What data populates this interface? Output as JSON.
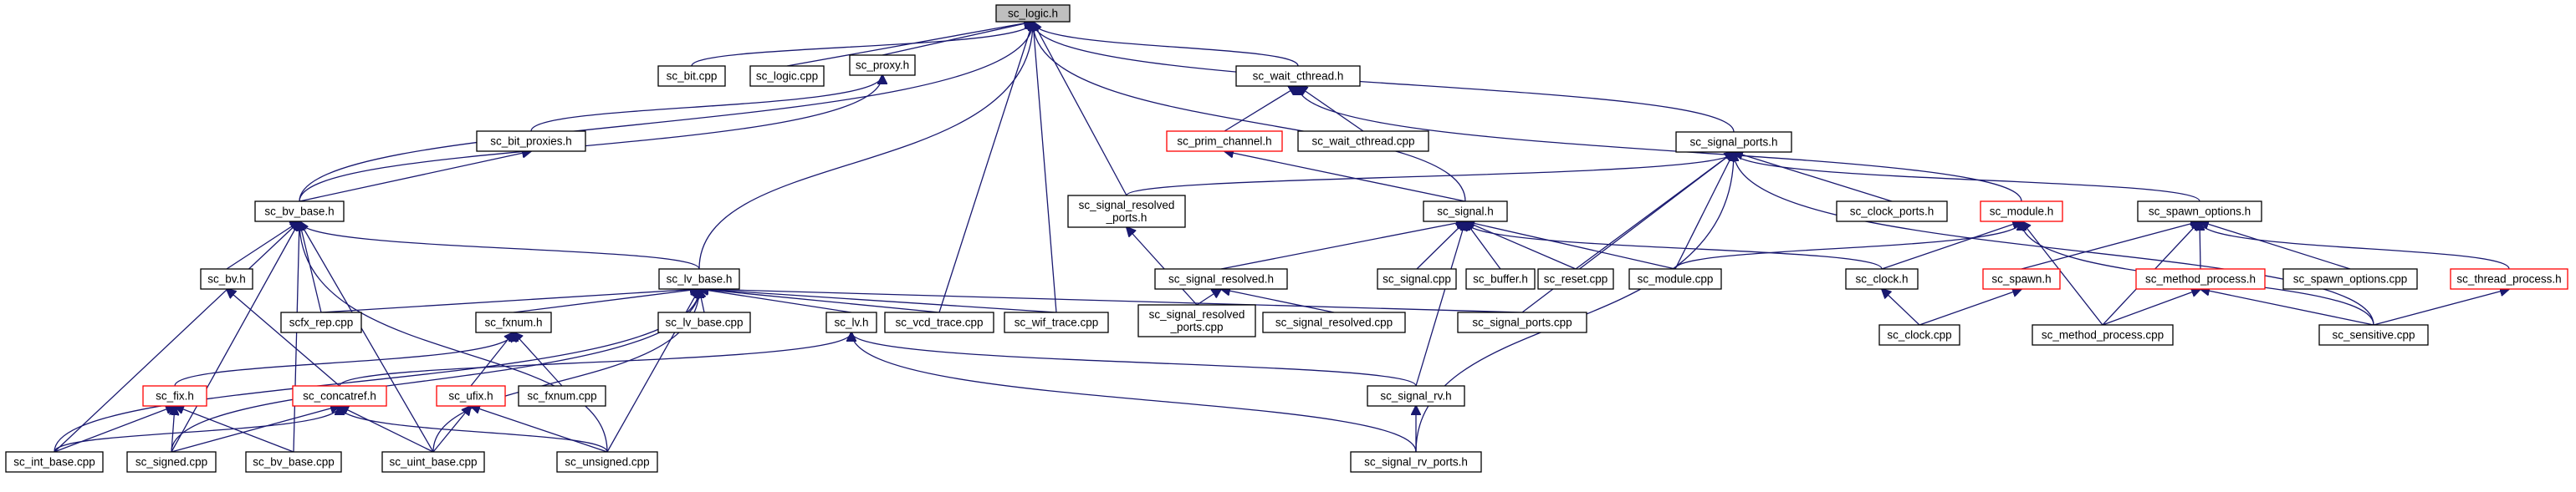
{
  "nodes": [
    {
      "id": "sc_logic_h",
      "lines": [
        "sc_logic.h"
      ],
      "style": "focus"
    },
    {
      "id": "sc_bit_cpp",
      "lines": [
        "sc_bit.cpp"
      ]
    },
    {
      "id": "sc_logic_cpp",
      "lines": [
        "sc_logic.cpp"
      ]
    },
    {
      "id": "sc_proxy_h",
      "lines": [
        "sc_proxy.h"
      ]
    },
    {
      "id": "sc_wait_cthread_h",
      "lines": [
        "sc_wait_cthread.h"
      ]
    },
    {
      "id": "sc_signal_ports_h",
      "lines": [
        "sc_signal_ports.h"
      ]
    },
    {
      "id": "sc_prim_channel_h",
      "lines": [
        "sc_prim_channel.h"
      ],
      "style": "red"
    },
    {
      "id": "sc_wait_cthread_cpp",
      "lines": [
        "sc_wait_cthread.cpp"
      ]
    },
    {
      "id": "sc_bit_proxies_h",
      "lines": [
        "sc_bit_proxies.h"
      ]
    },
    {
      "id": "sc_bv_base_h",
      "lines": [
        "sc_bv_base.h"
      ]
    },
    {
      "id": "sc_signal_resolved_ports_h",
      "lines": [
        "sc_signal_resolved",
        "_ports.h"
      ]
    },
    {
      "id": "sc_signal_h",
      "lines": [
        "sc_signal.h"
      ]
    },
    {
      "id": "sc_clock_ports_h",
      "lines": [
        "sc_clock_ports.h"
      ]
    },
    {
      "id": "sc_module_h",
      "lines": [
        "sc_module.h"
      ],
      "style": "red"
    },
    {
      "id": "sc_spawn_options_h",
      "lines": [
        "sc_spawn_options.h"
      ]
    },
    {
      "id": "sc_bv_h",
      "lines": [
        "sc_bv.h"
      ]
    },
    {
      "id": "sc_lv_base_h",
      "lines": [
        "sc_lv_base.h"
      ]
    },
    {
      "id": "sc_signal_resolved_h",
      "lines": [
        "sc_signal_resolved.h"
      ]
    },
    {
      "id": "sc_signal_cpp",
      "lines": [
        "sc_signal.cpp"
      ]
    },
    {
      "id": "sc_buffer_h",
      "lines": [
        "sc_buffer.h"
      ]
    },
    {
      "id": "sc_reset_cpp",
      "lines": [
        "sc_reset.cpp"
      ]
    },
    {
      "id": "sc_module_cpp",
      "lines": [
        "sc_module.cpp"
      ]
    },
    {
      "id": "sc_clock_h",
      "lines": [
        "sc_clock.h"
      ]
    },
    {
      "id": "sc_spawn_h",
      "lines": [
        "sc_spawn.h"
      ],
      "style": "red"
    },
    {
      "id": "sc_method_process_h",
      "lines": [
        "sc_method_process.h"
      ],
      "style": "red"
    },
    {
      "id": "sc_spawn_options_cpp",
      "lines": [
        "sc_spawn_options.cpp"
      ]
    },
    {
      "id": "sc_thread_process_h",
      "lines": [
        "sc_thread_process.h"
      ],
      "style": "red"
    },
    {
      "id": "scfx_rep_cpp",
      "lines": [
        "scfx_rep.cpp"
      ]
    },
    {
      "id": "sc_fxnum_h",
      "lines": [
        "sc_fxnum.h"
      ]
    },
    {
      "id": "sc_lv_base_cpp",
      "lines": [
        "sc_lv_base.cpp"
      ]
    },
    {
      "id": "sc_lv_h",
      "lines": [
        "sc_lv.h"
      ]
    },
    {
      "id": "sc_vcd_trace_cpp",
      "lines": [
        "sc_vcd_trace.cpp"
      ]
    },
    {
      "id": "sc_wif_trace_cpp",
      "lines": [
        "sc_wif_trace.cpp"
      ]
    },
    {
      "id": "sc_signal_resolved_ports_cpp",
      "lines": [
        "sc_signal_resolved",
        "_ports.cpp"
      ]
    },
    {
      "id": "sc_signal_resolved_cpp",
      "lines": [
        "sc_signal_resolved.cpp"
      ]
    },
    {
      "id": "sc_signal_ports_cpp",
      "lines": [
        "sc_signal_ports.cpp"
      ]
    },
    {
      "id": "sc_clock_cpp",
      "lines": [
        "sc_clock.cpp"
      ]
    },
    {
      "id": "sc_method_process_cpp",
      "lines": [
        "sc_method_process.cpp"
      ]
    },
    {
      "id": "sc_sensitive_cpp",
      "lines": [
        "sc_sensitive.cpp"
      ]
    },
    {
      "id": "sc_fix_h",
      "lines": [
        "sc_fix.h"
      ],
      "style": "red"
    },
    {
      "id": "sc_concatref_h",
      "lines": [
        "sc_concatref.h"
      ],
      "style": "red"
    },
    {
      "id": "sc_ufix_h",
      "lines": [
        "sc_ufix.h"
      ],
      "style": "red"
    },
    {
      "id": "sc_fxnum_cpp",
      "lines": [
        "sc_fxnum.cpp"
      ]
    },
    {
      "id": "sc_signal_rv_h",
      "lines": [
        "sc_signal_rv.h"
      ]
    },
    {
      "id": "sc_int_base_cpp",
      "lines": [
        "sc_int_base.cpp"
      ]
    },
    {
      "id": "sc_signed_cpp",
      "lines": [
        "sc_signed.cpp"
      ]
    },
    {
      "id": "sc_bv_base_cpp",
      "lines": [
        "sc_bv_base.cpp"
      ]
    },
    {
      "id": "sc_uint_base_cpp",
      "lines": [
        "sc_uint_base.cpp"
      ]
    },
    {
      "id": "sc_unsigned_cpp",
      "lines": [
        "sc_unsigned.cpp"
      ]
    },
    {
      "id": "sc_signal_rv_ports_h",
      "lines": [
        "sc_signal_rv_ports.h"
      ]
    }
  ],
  "edges": [
    [
      "sc_bit_cpp",
      "sc_logic_h"
    ],
    [
      "sc_logic_cpp",
      "sc_logic_h"
    ],
    [
      "sc_proxy_h",
      "sc_logic_h"
    ],
    [
      "sc_wait_cthread_h",
      "sc_logic_h"
    ],
    [
      "sc_signal_ports_h",
      "sc_logic_h"
    ],
    [
      "sc_signal_resolved_ports_h",
      "sc_logic_h"
    ],
    [
      "sc_signal_h",
      "sc_logic_h"
    ],
    [
      "sc_bv_base_h",
      "sc_logic_h"
    ],
    [
      "sc_lv_base_h",
      "sc_logic_h"
    ],
    [
      "sc_vcd_trace_cpp",
      "sc_logic_h"
    ],
    [
      "sc_wif_trace_cpp",
      "sc_logic_h"
    ],
    [
      "sc_bit_proxies_h",
      "sc_proxy_h"
    ],
    [
      "sc_bv_base_h",
      "sc_proxy_h"
    ],
    [
      "sc_prim_channel_h",
      "sc_wait_cthread_h"
    ],
    [
      "sc_wait_cthread_cpp",
      "sc_wait_cthread_h"
    ],
    [
      "sc_module_h",
      "sc_wait_cthread_h"
    ],
    [
      "sc_signal_h",
      "sc_prim_channel_h"
    ],
    [
      "sc_bv_base_h",
      "sc_bit_proxies_h"
    ],
    [
      "sc_signal_resolved_ports_h",
      "sc_signal_ports_h"
    ],
    [
      "sc_clock_ports_h",
      "sc_signal_ports_h"
    ],
    [
      "sc_spawn_options_h",
      "sc_signal_ports_h"
    ],
    [
      "sc_reset_cpp",
      "sc_signal_ports_h"
    ],
    [
      "sc_module_cpp",
      "sc_signal_ports_h"
    ],
    [
      "sc_signal_ports_cpp",
      "sc_signal_ports_h"
    ],
    [
      "sc_signal_rv_ports_h",
      "sc_signal_ports_h"
    ],
    [
      "sc_sensitive_cpp",
      "sc_signal_ports_h"
    ],
    [
      "sc_signal_resolved_ports_cpp",
      "sc_signal_resolved_ports_h"
    ],
    [
      "sc_signal_resolved_h",
      "sc_signal_h"
    ],
    [
      "sc_signal_cpp",
      "sc_signal_h"
    ],
    [
      "sc_buffer_h",
      "sc_signal_h"
    ],
    [
      "sc_reset_cpp",
      "sc_signal_h"
    ],
    [
      "sc_module_cpp",
      "sc_signal_h"
    ],
    [
      "sc_clock_h",
      "sc_signal_h"
    ],
    [
      "sc_signal_rv_h",
      "sc_signal_h"
    ],
    [
      "sc_module_cpp",
      "sc_module_h"
    ],
    [
      "sc_clock_h",
      "sc_module_h"
    ],
    [
      "sc_method_process_cpp",
      "sc_module_h"
    ],
    [
      "sc_sensitive_cpp",
      "sc_module_h"
    ],
    [
      "sc_spawn_h",
      "sc_spawn_options_h"
    ],
    [
      "sc_method_process_h",
      "sc_spawn_options_h"
    ],
    [
      "sc_spawn_options_cpp",
      "sc_spawn_options_h"
    ],
    [
      "sc_thread_process_h",
      "sc_spawn_options_h"
    ],
    [
      "sc_method_process_cpp",
      "sc_spawn_options_h"
    ],
    [
      "sc_bv_h",
      "sc_bv_base_h"
    ],
    [
      "sc_lv_base_h",
      "sc_bv_base_h"
    ],
    [
      "scfx_rep_cpp",
      "sc_bv_base_h"
    ],
    [
      "sc_int_base_cpp",
      "sc_bv_base_h"
    ],
    [
      "sc_signed_cpp",
      "sc_bv_base_h"
    ],
    [
      "sc_bv_base_cpp",
      "sc_bv_base_h"
    ],
    [
      "sc_uint_base_cpp",
      "sc_bv_base_h"
    ],
    [
      "sc_unsigned_cpp",
      "sc_bv_base_h"
    ],
    [
      "sc_concatref_h",
      "sc_bv_h"
    ],
    [
      "scfx_rep_cpp",
      "sc_lv_base_h"
    ],
    [
      "sc_fxnum_h",
      "sc_lv_base_h"
    ],
    [
      "sc_lv_base_cpp",
      "sc_lv_base_h"
    ],
    [
      "sc_lv_h",
      "sc_lv_base_h"
    ],
    [
      "sc_vcd_trace_cpp",
      "sc_lv_base_h"
    ],
    [
      "sc_wif_trace_cpp",
      "sc_lv_base_h"
    ],
    [
      "sc_signal_ports_cpp",
      "sc_lv_base_h"
    ],
    [
      "sc_int_base_cpp",
      "sc_lv_base_h"
    ],
    [
      "sc_signed_cpp",
      "sc_lv_base_h"
    ],
    [
      "sc_uint_base_cpp",
      "sc_lv_base_h"
    ],
    [
      "sc_unsigned_cpp",
      "sc_lv_base_h"
    ],
    [
      "sc_signal_resolved_ports_cpp",
      "sc_signal_resolved_h"
    ],
    [
      "sc_signal_resolved_cpp",
      "sc_signal_resolved_h"
    ],
    [
      "sc_clock_cpp",
      "sc_clock_h"
    ],
    [
      "sc_clock_cpp",
      "sc_spawn_h"
    ],
    [
      "sc_method_process_cpp",
      "sc_method_process_h"
    ],
    [
      "sc_sensitive_cpp",
      "sc_method_process_h"
    ],
    [
      "sc_sensitive_cpp",
      "sc_thread_process_h"
    ],
    [
      "sc_fix_h",
      "sc_fxnum_h"
    ],
    [
      "sc_ufix_h",
      "sc_fxnum_h"
    ],
    [
      "sc_fxnum_cpp",
      "sc_fxnum_h"
    ],
    [
      "sc_concatref_h",
      "sc_lv_h"
    ],
    [
      "sc_signal_rv_h",
      "sc_lv_h"
    ],
    [
      "sc_signal_rv_ports_h",
      "sc_lv_h"
    ],
    [
      "sc_int_base_cpp",
      "sc_fix_h"
    ],
    [
      "sc_signed_cpp",
      "sc_fix_h"
    ],
    [
      "sc_bv_base_cpp",
      "sc_fix_h"
    ],
    [
      "sc_int_base_cpp",
      "sc_concatref_h"
    ],
    [
      "sc_signed_cpp",
      "sc_concatref_h"
    ],
    [
      "sc_uint_base_cpp",
      "sc_concatref_h"
    ],
    [
      "sc_unsigned_cpp",
      "sc_concatref_h"
    ],
    [
      "sc_uint_base_cpp",
      "sc_ufix_h"
    ],
    [
      "sc_unsigned_cpp",
      "sc_ufix_h"
    ],
    [
      "sc_signal_rv_ports_h",
      "sc_signal_rv_h"
    ]
  ]
}
